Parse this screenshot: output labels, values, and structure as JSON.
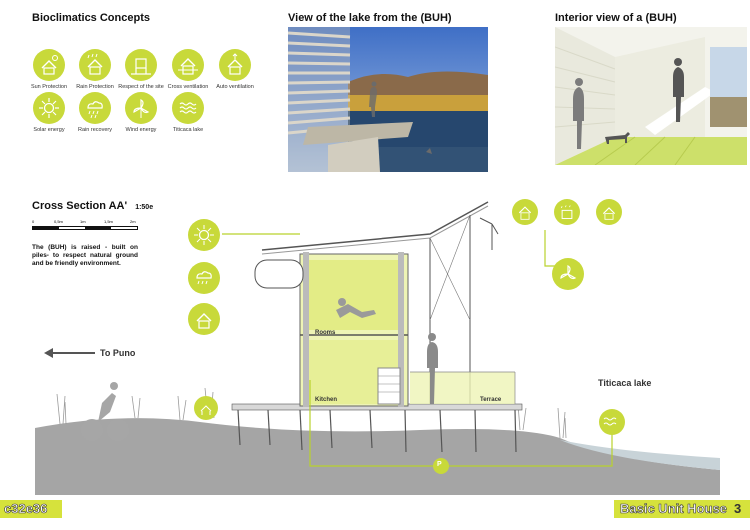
{
  "headings": {
    "concepts": "Bioclimatics Concepts",
    "lake_view": "View of the lake  from the (BUH)",
    "interior_view": "Interior view of a (BUH)",
    "section": "Cross Section AA'",
    "section_scale": "1:50e"
  },
  "concepts": [
    {
      "label": "Sun Protection",
      "icon": "sun-protection-icon"
    },
    {
      "label": "Rain Protection",
      "icon": "rain-protection-icon"
    },
    {
      "label": "Respect of the site",
      "icon": "site-respect-icon"
    },
    {
      "label": "Cross ventilation",
      "icon": "cross-ventilation-icon"
    },
    {
      "label": "Auto ventilation",
      "icon": "auto-ventilation-icon"
    },
    {
      "label": "Solar energy",
      "icon": "sun-icon"
    },
    {
      "label": "Rain recovery",
      "icon": "rain-cloud-icon"
    },
    {
      "label": "Wind energy",
      "icon": "wind-turbine-icon"
    },
    {
      "label": "Titicaca lake",
      "icon": "waves-icon"
    }
  ],
  "scale_bar": [
    "0",
    "0,5m",
    "1m",
    "1,5m",
    "2m"
  ],
  "description": "The (BUH) is raised - built on piles- to respect natural ground and be friendly environment.",
  "section_labels": {
    "to_puno": "To Puno",
    "titicaca": "Titicaca lake",
    "rooms": "Rooms",
    "kitchen": "Kitchen",
    "terrace": "Terrace",
    "pump": "P"
  },
  "footer": {
    "code": "c32e36",
    "title": "Basic Unit House",
    "page": "3"
  },
  "colors": {
    "accent": "#c8d93a",
    "footer": "#d6e23c"
  }
}
